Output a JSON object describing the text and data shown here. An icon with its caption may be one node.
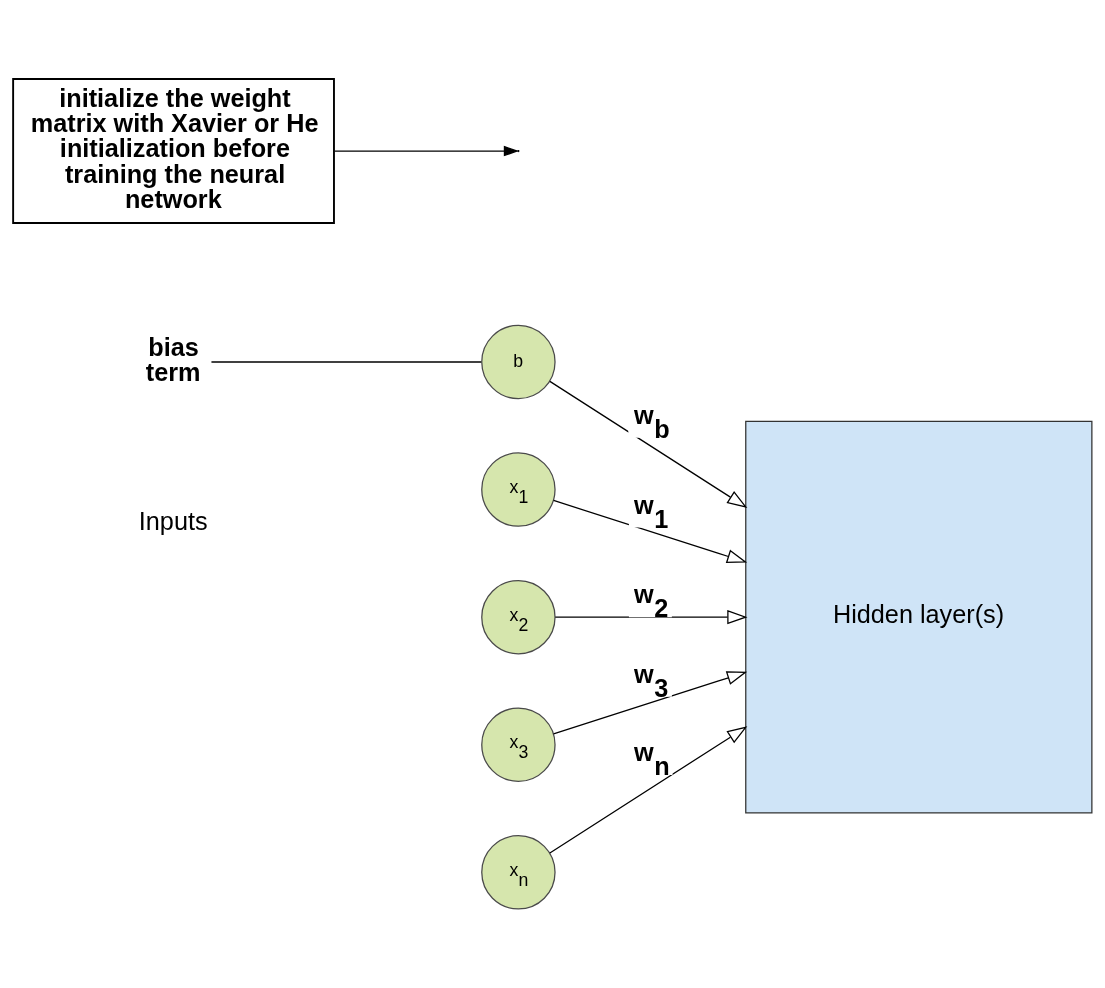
{
  "diagram": {
    "nodes": [
      {
        "text": [
          "initialize the weight matrix with Xavier or He initialization before training the neural network"
        ]
      },
      {
        "text": [
          "bias term"
        ]
      },
      {
        "text": [
          "b"
        ]
      },
      {
        "text": [
          "x$_{1}$"
        ]
      },
      {
        "text": [
          "x$_{2}$"
        ]
      },
      {
        "text": [
          "x$_{3}$"
        ]
      },
      {
        "text": [
          "x$_{n}$"
        ]
      },
      {
        "text": [
          "Hidden layer(s)"
        ]
      }
    ],
    "edges": [
      {
        "from": 1,
        "to": 2,
        "arrow": "none"
      },
      {
        "from": 2,
        "to": 7,
        "arrow": "to",
        "label": "w$_{b}$"
      },
      {
        "from": 3,
        "to": 7,
        "arrow": "to",
        "label": "w$_{1}$"
      },
      {
        "from": 4,
        "to": 7,
        "arrow": "to",
        "label": "w$_{2}$"
      },
      {
        "from": 5,
        "to": 7,
        "arrow": "to",
        "label": "w$_{3}$"
      },
      {
        "from": 6,
        "to": 7,
        "arrow": "to",
        "label": "w$_{n}$"
      },
      {
        "from": 0,
        "to": null,
        "arrow": "to"
      }
    ],
    "labels": [
      "Inputs"
    ]
  }
}
